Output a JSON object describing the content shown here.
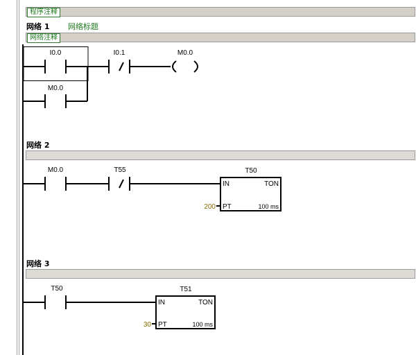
{
  "program_comment": "程序注释",
  "colors": {
    "comment_bar_bg": "#d4d0c8",
    "comment_text": "#1f7a1f",
    "preset_value": "#8a6d00",
    "ladder_lines": "#000000"
  },
  "networks": [
    {
      "label": "网络 1",
      "title": "网络标题",
      "comment": "网络注释",
      "contacts": [
        {
          "address": "I0.0",
          "type": "normally-open"
        },
        {
          "address": "M0.0",
          "type": "normally-open"
        },
        {
          "address": "I0.1",
          "type": "normally-closed"
        }
      ],
      "coil": {
        "address": "M0.0"
      }
    },
    {
      "label": "网络 2",
      "contacts": [
        {
          "address": "M0.0",
          "type": "normally-open"
        },
        {
          "address": "T55",
          "type": "normally-closed"
        }
      ],
      "timer": {
        "name": "T50",
        "type": "TON",
        "in_label": "IN",
        "pt_label": "PT",
        "preset": "200",
        "resolution": "100 ms"
      }
    },
    {
      "label": "网络 3",
      "contacts": [
        {
          "address": "T50",
          "type": "normally-open"
        }
      ],
      "timer": {
        "name": "T51",
        "type": "TON",
        "in_label": "IN",
        "pt_label": "PT",
        "preset": "30",
        "resolution": "100 ms"
      }
    }
  ]
}
